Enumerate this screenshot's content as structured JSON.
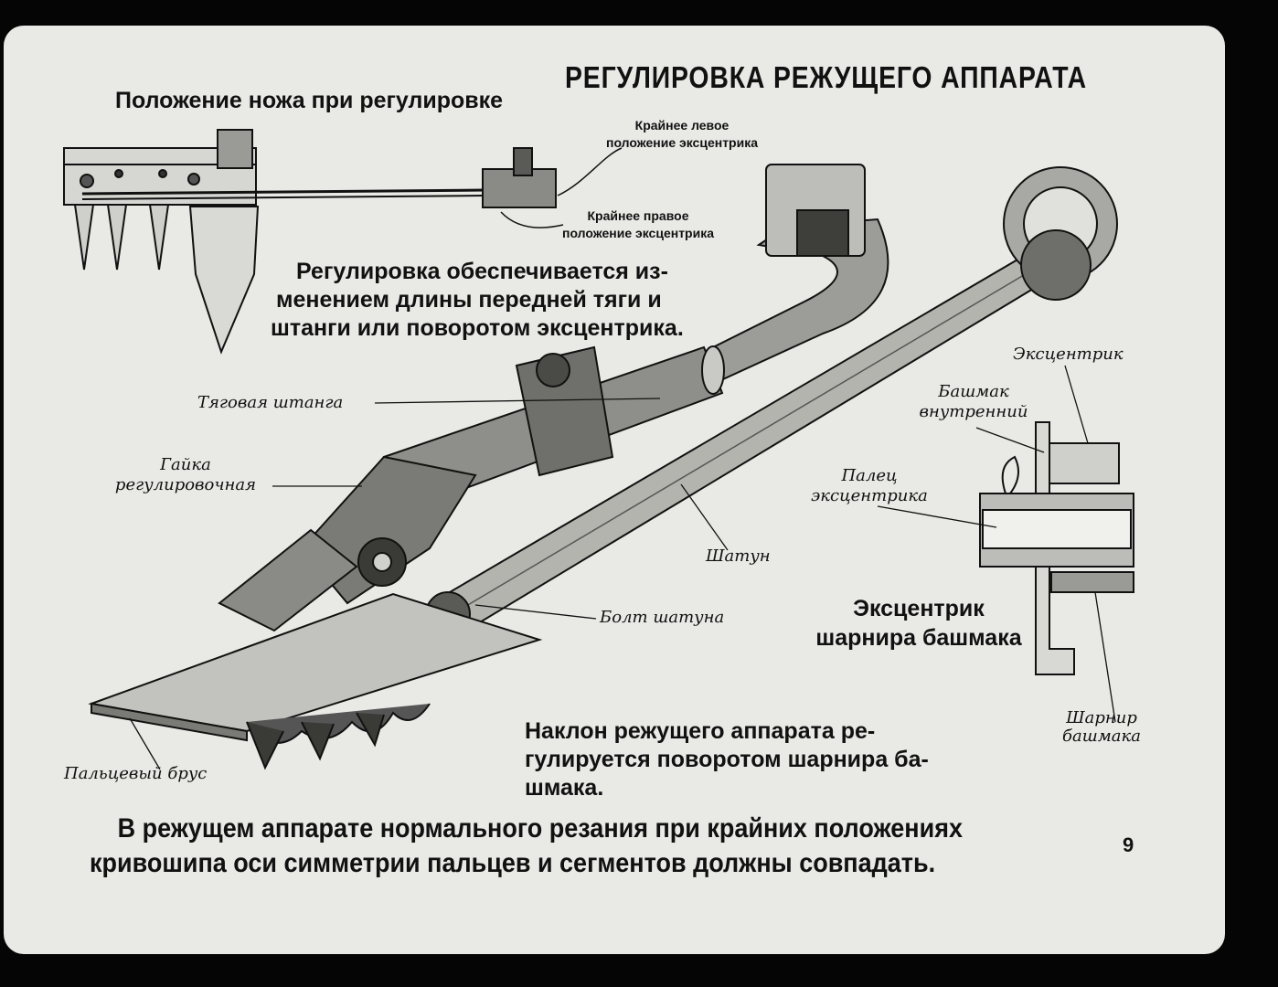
{
  "title": "РЕГУЛИРОВКА РЕЖУЩЕГО АППАРАТА",
  "subtitle_knife": "Положение ножа при регулировке",
  "eccentric_left": [
    "Крайнее левое",
    "положение эксцентрика"
  ],
  "eccentric_right": [
    "Крайнее правое",
    "положение эксцентрика"
  ],
  "adjustment_text": [
    "Регулировка обеспечивается из-",
    "менением длины передней тяги и",
    "штанги или поворотом эксцентрика."
  ],
  "labels": {
    "traction_rod": "Тяговая штанга",
    "adjust_nut": [
      "Гайка",
      "регулировочная"
    ],
    "connecting_rod": "Шатун",
    "conrod_bolt": "Болт шатуна",
    "finger_bar": "Пальцевый брус",
    "eccentric": "Эксцентрик",
    "inner_shoe": [
      "Башмак",
      "внутренний"
    ],
    "eccentric_pin": [
      "Палец",
      "эксцентрика"
    ],
    "shoe_hinge": [
      "Шарнир",
      "башмака"
    ]
  },
  "eccentric_hinge_title": [
    "Эксцентрик",
    "шарнира башмака"
  ],
  "tilt_text": [
    "Наклон режущего аппарата ре-",
    "гулируется поворотом шарнира ба-",
    "шмака."
  ],
  "bottom_text": [
    "В режущем аппарате нормального резания при крайних положениях",
    "кривошипа оси симметрии пальцев и сегментов должны совпадать."
  ],
  "page_number": "9"
}
